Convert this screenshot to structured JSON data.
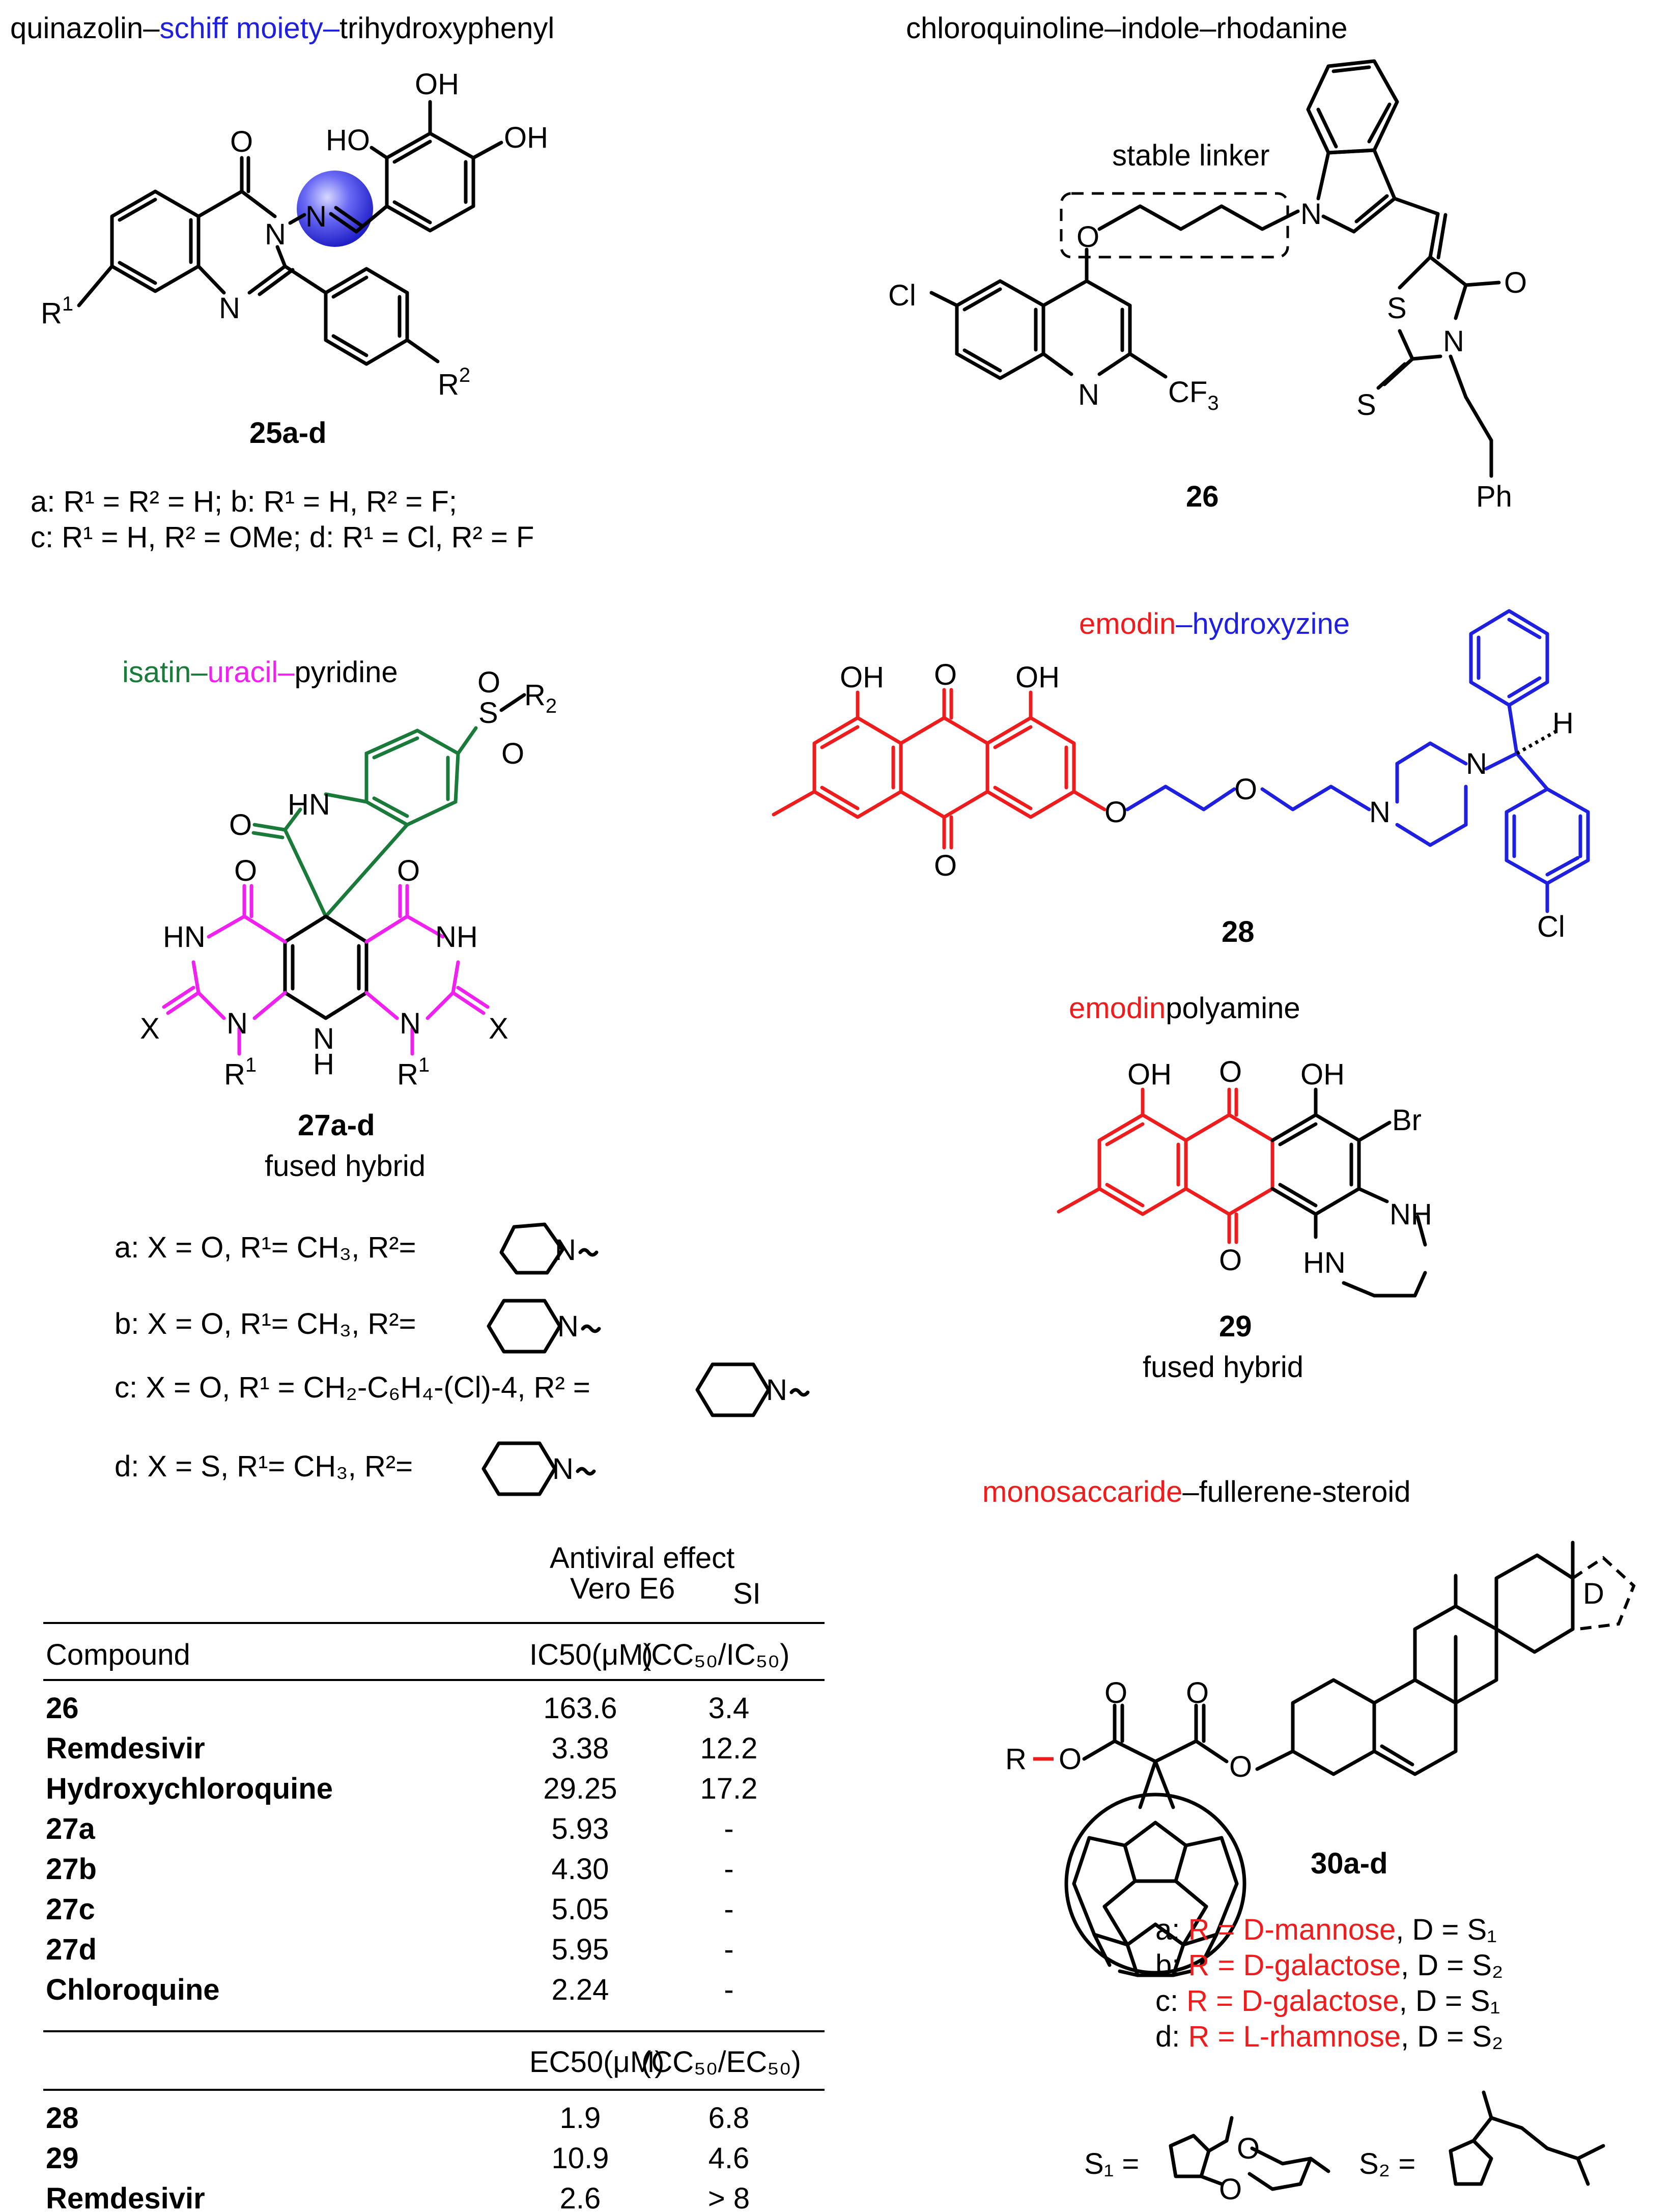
{
  "colors": {
    "black": "#000000",
    "blue": "#1f1fe0",
    "red": "#ee1c1c",
    "magenta": "#f020f0",
    "green": "#1a7a3a",
    "sphere": "#4a4af0"
  },
  "captions": {
    "hybrid_25": {
      "part1": "quinazolin",
      "part2": "schiff moiety",
      "part3": "trihydroxyphenyl"
    },
    "hybrid_26": "chloroquinoline–indole–rhodanine",
    "hybrid_27": {
      "part1": "isatin",
      "part2": "uracil",
      "part3": "pyridine"
    },
    "hybrid_28": {
      "part1": "emodin",
      "part2": "hydroxyzine"
    },
    "hybrid_29": {
      "part1": "emodin",
      "part2": "polyamine"
    },
    "hybrid_30": {
      "part1": "monosaccaride",
      "part2": "fullerene-steroid"
    },
    "stable_linker": "stable linker",
    "fused_hybrid": "fused hybrid"
  },
  "compounds": {
    "c25": {
      "label": "25a-d",
      "r1": "R",
      "r2": "R",
      "variants": [
        "a: R¹ = R² = H; b: R¹ = H, R² = F;",
        "c: R¹ = H, R² = OMe; d: R¹ = Cl, R² = F"
      ]
    },
    "c26": {
      "label": "26"
    },
    "c27": {
      "label": "27a-d",
      "variants": [
        "a: X = O, R¹= CH₃, R²=",
        "b: X = O, R¹= CH₃, R²=",
        "c: X = O, R¹ = CH₂-C₆H₄-(Cl)-4, R² =",
        "d: X = S, R¹= CH₃, R²="
      ]
    },
    "c28": {
      "label": "28"
    },
    "c29": {
      "label": "29"
    },
    "c30": {
      "label": "30a-d",
      "variants": [
        {
          "prefix": "a: ",
          "sugar": "R = D-mannose",
          "suffix": ", D = S₁"
        },
        {
          "prefix": "b: ",
          "sugar": "R = D-galactose",
          "suffix": ", D = S₂"
        },
        {
          "prefix": "c: ",
          "sugar": "R = D-galactose",
          "suffix": ", D = S₁"
        },
        {
          "prefix": "d: ",
          "sugar": "R = L-rhamnose",
          "suffix": ", D = S₂"
        }
      ],
      "s1_label": "S₁ =",
      "s2_label": "S₂ ="
    }
  },
  "table": {
    "header_top": [
      "Antiviral effect",
      "Vero E6",
      "SI"
    ],
    "col_compound": "Compound",
    "col_ic50": "IC50(μM)",
    "col_si1": "(CC₅₀/IC₅₀)",
    "rows1": [
      {
        "compound": "26",
        "value": "163.6",
        "si": "3.4"
      },
      {
        "compound": "Remdesivir",
        "value": "3.38",
        "si": "12.2"
      },
      {
        "compound": "Hydroxychloroquine",
        "value": "29.25",
        "si": "17.2"
      },
      {
        "compound": "27a",
        "value": "5.93",
        "si": "-"
      },
      {
        "compound": "27b",
        "value": "4.30",
        "si": "-"
      },
      {
        "compound": "27c",
        "value": "5.05",
        "si": "-"
      },
      {
        "compound": "27d",
        "value": "5.95",
        "si": "-"
      },
      {
        "compound": "Chloroquine",
        "value": "2.24",
        "si": "-"
      }
    ],
    "col_ec50": "EC50(μM)",
    "col_si2": "(CC₅₀/EC₅₀)",
    "rows2": [
      {
        "compound": "28",
        "value": "1.9",
        "si": "6.8"
      },
      {
        "compound": "29",
        "value": "10.9",
        "si": "4.6"
      },
      {
        "compound": "Remdesivir",
        "value": "2.6",
        "si": "> 8"
      }
    ]
  }
}
